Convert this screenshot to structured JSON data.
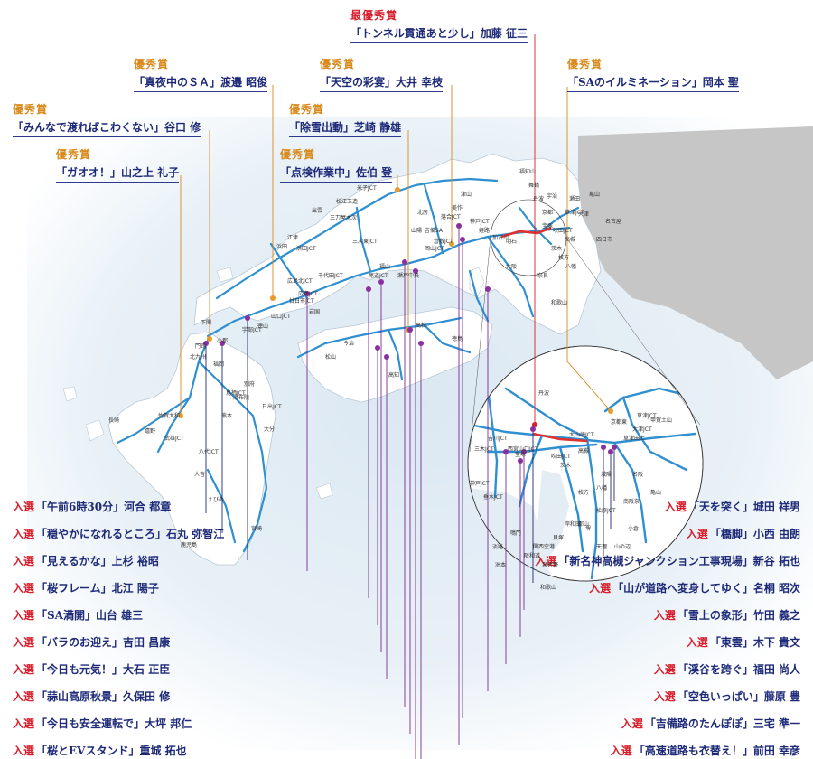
{
  "colors": {
    "sea": "#e4edf4",
    "land": "#ffffff",
    "other_land": "#c9c9c9",
    "road": "#2f8fd0",
    "red_road": "#e03030",
    "leader_blue": "#1e2a78",
    "leader_purple": "#7d2b93",
    "leader_orange": "#d98a1c",
    "dot_orange": "#e89a2a",
    "dot_purple": "#8b2fa0",
    "dot_red": "#d81e2a"
  },
  "top_awards": [
    {
      "id": "grand",
      "rank": "最優秀賞",
      "title": "「トンネル貫通あと少し」加藤 征三"
    },
    {
      "id": "sa-illumination",
      "rank": "優秀賞",
      "title": "「SAのイルミネーション」岡本 聖"
    },
    {
      "id": "tenku",
      "rank": "優秀賞",
      "title": "「天空の彩宴」大井 幸枝"
    },
    {
      "id": "mayonaka",
      "rank": "優秀賞",
      "title": "「真夜中のＳＡ」渡邉 昭俊"
    },
    {
      "id": "josetsu",
      "rank": "優秀賞",
      "title": "「除雪出動」芝崎 静雄"
    },
    {
      "id": "minna",
      "rank": "優秀賞",
      "title": "「みんなで渡ればこわくない」谷口 修"
    },
    {
      "id": "tenken",
      "rank": "優秀賞",
      "title": "「点検作業中」佐伯 登"
    },
    {
      "id": "gaoo",
      "rank": "優秀賞",
      "title": "「ガオオ！」山之上 礼子"
    }
  ],
  "left_entries": [
    {
      "rank": "入選",
      "title": "「午前6時30分」河合 都章"
    },
    {
      "rank": "入選",
      "title": "「穏やかになれるところ」石丸 弥智江"
    },
    {
      "rank": "入選",
      "title": "「見えるかな」上杉 裕昭"
    },
    {
      "rank": "入選",
      "title": "「桜フレーム」北江 陽子"
    },
    {
      "rank": "入選",
      "title": "「SA満開」山台 雄三"
    },
    {
      "rank": "入選",
      "title": "「バラのお迎え」吉田 昌康"
    },
    {
      "rank": "入選",
      "title": "「今日も元気！」大石 正臣"
    },
    {
      "rank": "入選",
      "title": "「蒜山高原秋景」久保田 修"
    },
    {
      "rank": "入選",
      "title": "「今日も安全運転で」大坪 邦仁"
    },
    {
      "rank": "入選",
      "title": "「桜とEVスタンド」重城 拓也"
    }
  ],
  "right_entries": [
    {
      "rank": "入選",
      "title": "「天を突く」城田 祥男"
    },
    {
      "rank": "入選",
      "title": "「橋脚」小西 由朗"
    },
    {
      "rank": "入選",
      "title": "「新名神高槻ジャンクション工事現場」新谷 拓也"
    },
    {
      "rank": "入選",
      "title": "「山が道路へ変身してゆく」名桐 昭次"
    },
    {
      "rank": "入選",
      "title": "「雪上の象形」竹田 義之"
    },
    {
      "rank": "入選",
      "title": "「東雲」木下 貴文"
    },
    {
      "rank": "入選",
      "title": "「渓谷を跨ぐ」福田 尚人"
    },
    {
      "rank": "入選",
      "title": "「空色いっぱい」藤原 豊"
    },
    {
      "rank": "入選",
      "title": "「吉備路のたんぽぽ」三宅 準一"
    },
    {
      "rank": "入選",
      "title": "「高速道路も衣替え！」前田 幸彦"
    }
  ],
  "places": [
    "米子JCT",
    "松江玉造",
    "出雲",
    "三刀屋木次",
    "江津",
    "浜田",
    "浜田JCT",
    "三次東JCT",
    "広島北JCT",
    "千代田JCT",
    "広島JCT",
    "廿日市JCT",
    "岩国",
    "徳山",
    "山口JCT",
    "小郡",
    "宇部JCT",
    "下関",
    "門司",
    "北九州",
    "福岡",
    "鳥栖JCT",
    "佐賀大和",
    "長崎",
    "嬉野",
    "武雄JCT",
    "熊本",
    "八代JCT",
    "人吉",
    "えびの",
    "鹿児島",
    "宮崎",
    "大分",
    "日出JCT",
    "別府",
    "湯布院",
    "松山",
    "今治",
    "高松",
    "徳島",
    "高知",
    "神戸JCT",
    "大阪",
    "京都",
    "奈良",
    "和歌山",
    "吉備SA",
    "岡山JCT",
    "倉敷JCT",
    "福山",
    "尾道JCT",
    "瀬戸中央",
    "山陽",
    "北房",
    "落合JCT",
    "美作",
    "津山",
    "姫路",
    "加古川",
    "明石",
    "舞鶴",
    "福知山",
    "丹波",
    "宝塚",
    "吹田JCT",
    "高槻",
    "茨木",
    "枚方",
    "八幡",
    "宇治",
    "草津JCT",
    "大津",
    "瀬田",
    "亀山",
    "四日市",
    "名古屋"
  ],
  "zoom_places": [
    "丹波",
    "京都東",
    "草津JCT",
    "大山崎JCT",
    "高槻",
    "吹田JCT",
    "茨木",
    "宝塚",
    "西宮山口JCT",
    "吉川JCT",
    "三木JCT",
    "神戸JCT",
    "垂水JCT",
    "淡路",
    "洲本",
    "鳴門",
    "関西空港",
    "泉佐野",
    "和歌山",
    "天理",
    "郡山",
    "亀山",
    "甲賀土山",
    "大津JCT",
    "草津田上",
    "城陽",
    "八幡",
    "枚方",
    "松原JCT",
    "堺",
    "岸和田",
    "貝塚",
    "阪和道",
    "南阪奈",
    "名阪",
    "山の辺",
    "小倉"
  ]
}
